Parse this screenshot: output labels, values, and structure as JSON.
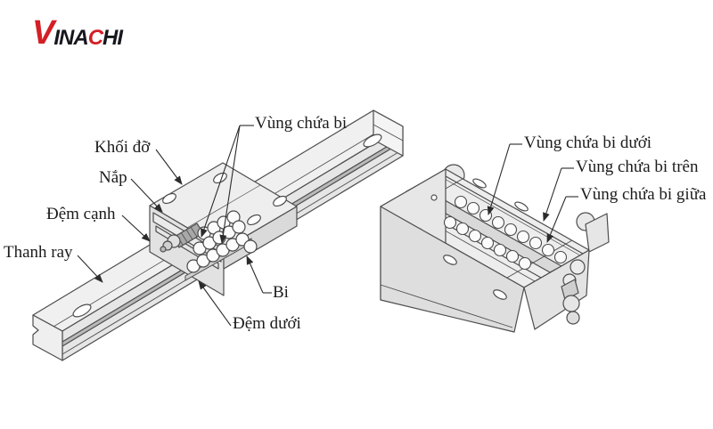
{
  "logo": {
    "v": "V",
    "ina": "INA",
    "c": "C",
    "hi": "HI"
  },
  "labels": {
    "left": [
      {
        "text": "Vùng chứa bi"
      },
      {
        "text": "Khối đỡ"
      },
      {
        "text": "Nắp"
      },
      {
        "text": "Đệm cạnh"
      },
      {
        "text": "Thanh ray"
      },
      {
        "text": "Bi"
      },
      {
        "text": "Đệm dưới"
      }
    ],
    "right": [
      {
        "text": "Vùng chứa bi dưới"
      },
      {
        "text": "Vùng chứa bi trên"
      },
      {
        "text": "Vùng chứa bi giữa"
      }
    ]
  },
  "colors": {
    "accent_red": "#d41f26",
    "logo_dark": "#17171d",
    "line_gray": "#4d4d4d",
    "leader_dark": "#2b2b2b",
    "fill_light": "#ededed",
    "fill_mid": "#e2e2e2",
    "fill_dark": "#d9d9d9",
    "label_text": "#1c1c1c",
    "background": "#ffffff"
  }
}
